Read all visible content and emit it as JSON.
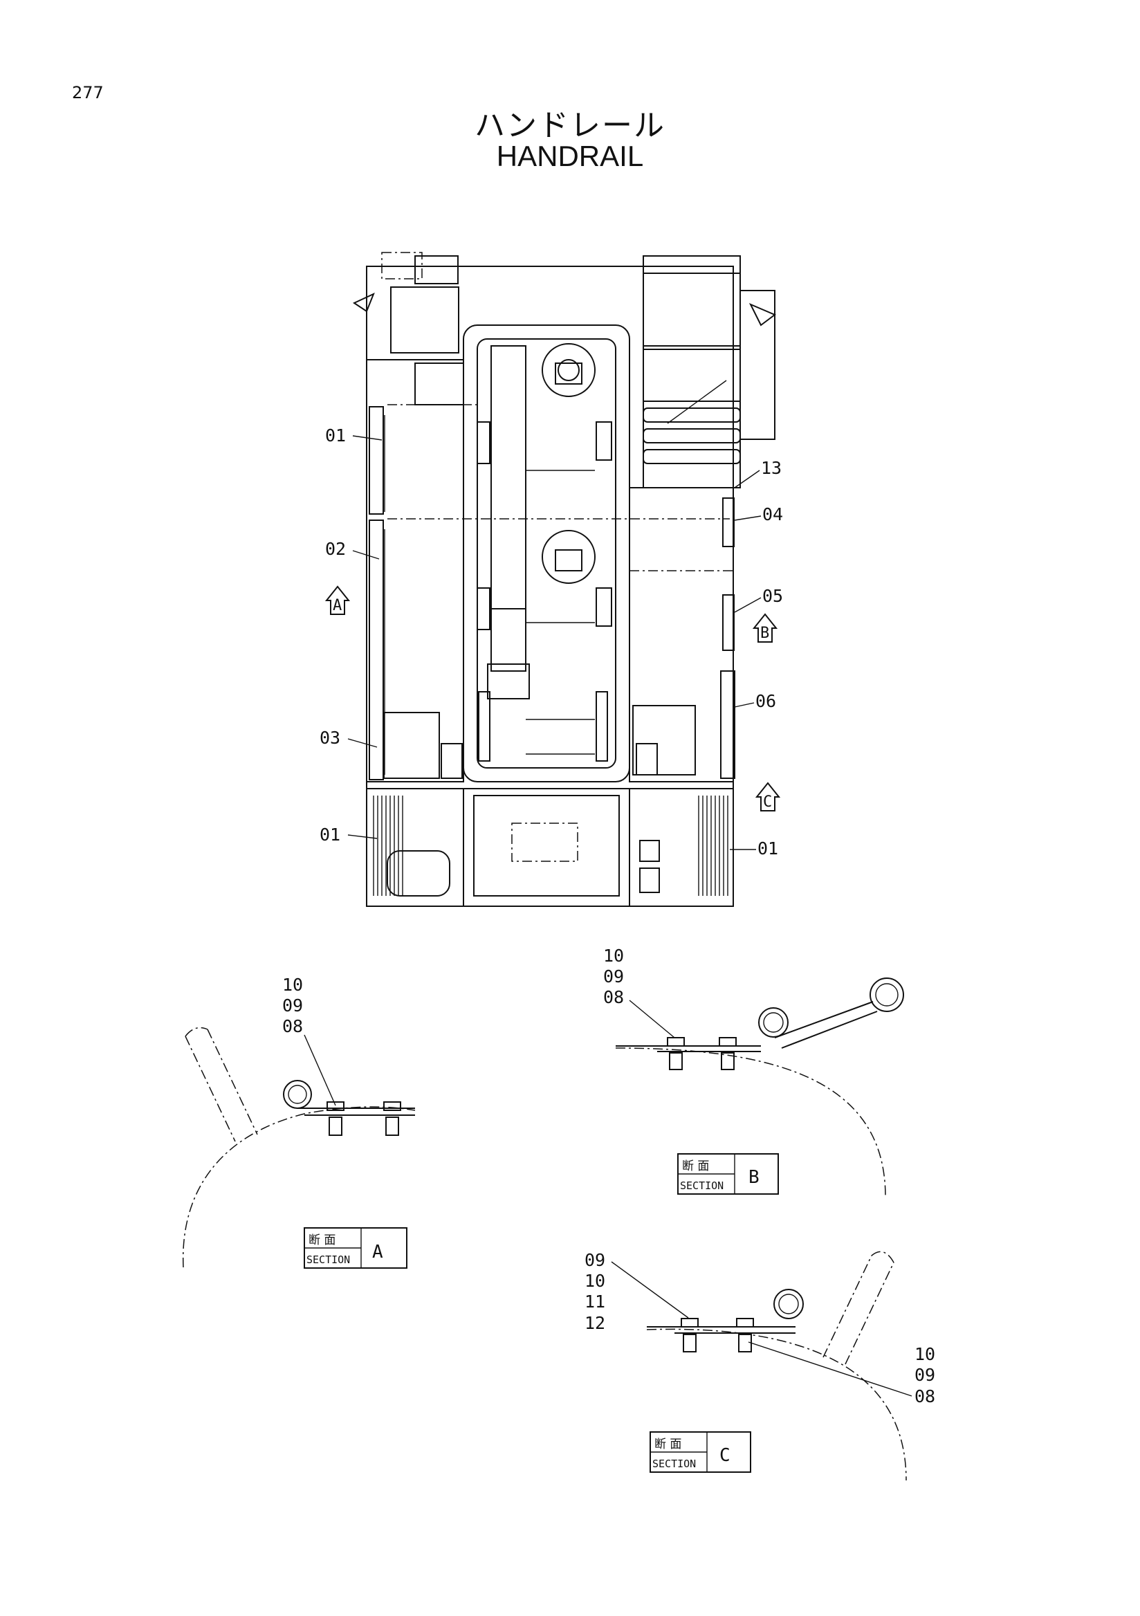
{
  "page": {
    "number": "277"
  },
  "title": {
    "jp": "ハンドレール",
    "en": "HANDRAIL"
  },
  "plan_view": {
    "callouts_left": [
      "01",
      "02",
      "03",
      "01"
    ],
    "callouts_right": [
      "13",
      "04",
      "05",
      "06",
      "01"
    ],
    "view_markers": [
      "A",
      "B",
      "C"
    ]
  },
  "sections": {
    "A": {
      "jp": "断 面",
      "label": "SECTION",
      "letter": "A",
      "callouts": [
        "10",
        "09",
        "08"
      ]
    },
    "B": {
      "jp": "断 面",
      "label": "SECTION",
      "letter": "B",
      "callouts": [
        "10",
        "09",
        "08"
      ]
    },
    "C": {
      "jp": "断 面",
      "label": "SECTION",
      "letter": "C",
      "callouts_left": [
        "09",
        "10",
        "11",
        "12"
      ],
      "callouts_right": [
        "10",
        "09",
        "08"
      ]
    }
  }
}
